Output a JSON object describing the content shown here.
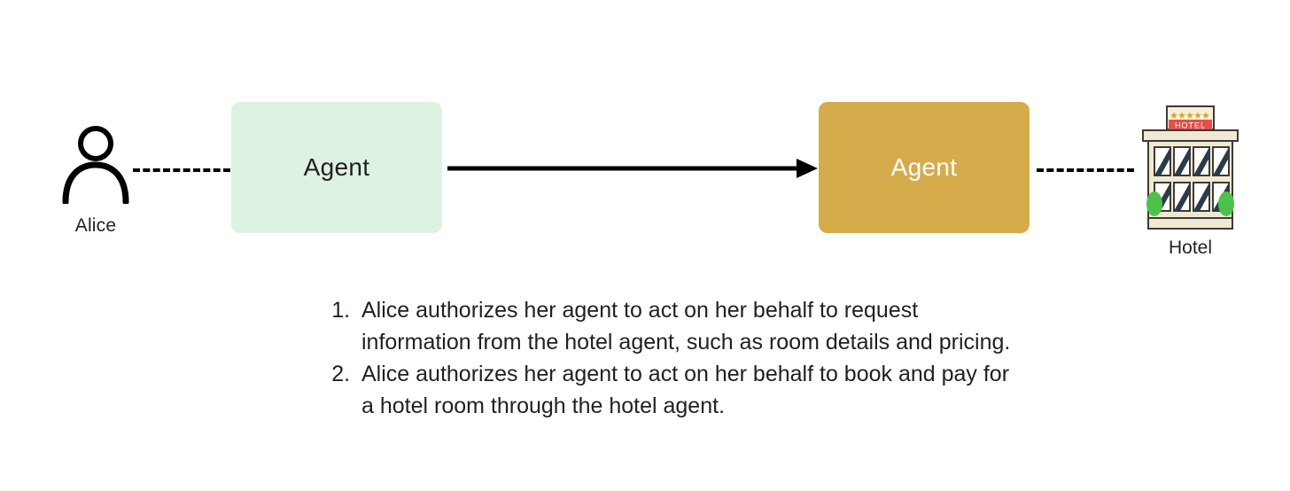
{
  "diagram": {
    "actors": {
      "alice": {
        "label": "Alice",
        "icon": "person-icon"
      },
      "hotel": {
        "label": "Hotel",
        "icon": "hotel-building-icon"
      }
    },
    "nodes": [
      {
        "id": "user-agent",
        "label": "Agent",
        "fill": "#ddf2e3",
        "text_color": "#231f20"
      },
      {
        "id": "hotel-agent",
        "label": "Agent",
        "fill": "#d6ab4b",
        "text_color": "#ffffff"
      }
    ],
    "connectors": [
      {
        "id": "alice-to-agent",
        "style": "dashed",
        "color": "#000000",
        "arrow": false
      },
      {
        "id": "agent-to-agent",
        "style": "solid",
        "color": "#000000",
        "arrow": true
      },
      {
        "id": "agent-to-hotel",
        "style": "dashed",
        "color": "#000000",
        "arrow": false
      }
    ],
    "caption_items": [
      "Alice authorizes her agent to act on her behalf to request information from the hotel agent, such as room details and pricing.",
      "Alice authorizes her agent to act on her behalf to book and pay for a hotel room through the hotel agent."
    ],
    "hotel_sign_text": "HOTEL"
  }
}
